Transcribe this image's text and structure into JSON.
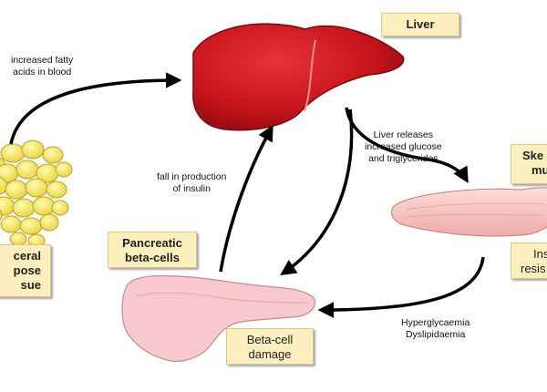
{
  "labels": {
    "liver": "Liver",
    "skeletal_muscle": [
      "Ske",
      "mu"
    ],
    "visceral_adipose": [
      "ceral",
      "pose",
      "sue"
    ],
    "pancreatic_beta_cells": [
      "Pancreatic",
      "beta-cells"
    ],
    "beta_cell_damage": [
      "Beta-cell",
      "damage"
    ],
    "insulin_resistance": [
      "Ins",
      "resis"
    ]
  },
  "annotations": {
    "fatty_acids": [
      "increased fatty",
      "acids in blood"
    ],
    "liver_releases": [
      "Liver releases",
      "increased glucose",
      "and triglycerides"
    ],
    "fall_insulin": [
      "fall in production",
      "of insulin"
    ],
    "hyperglycaemia": [
      "Hyperglycaemia",
      "Dyslipidaemia"
    ]
  },
  "colors": {
    "liver": "#c8141b",
    "liver_dark": "#8a0a10",
    "adipose": "#f4e65a",
    "muscle": "#f6c4c0",
    "pancreas": "#f7c8cc",
    "callout_bg": "#fbefbe",
    "arrow": "#000000"
  }
}
